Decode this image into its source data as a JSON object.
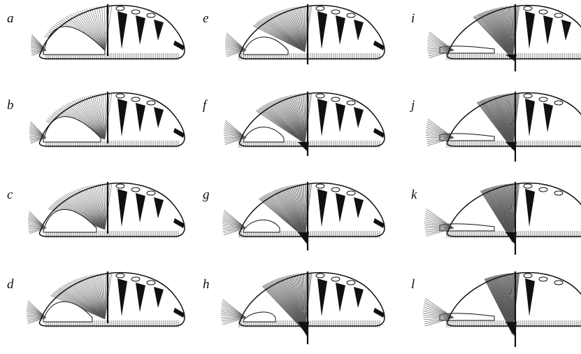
{
  "figure": {
    "panels": [
      {
        "letter": "a"
      },
      {
        "letter": "b"
      },
      {
        "letter": "c"
      },
      {
        "letter": "d"
      },
      {
        "letter": "e"
      },
      {
        "letter": "f"
      },
      {
        "letter": "g"
      },
      {
        "letter": "h"
      },
      {
        "letter": "i"
      },
      {
        "letter": "j"
      },
      {
        "letter": "k"
      },
      {
        "letter": "l"
      }
    ],
    "colors": {
      "ink": "#111111",
      "hatch": "#555555",
      "background": "#ffffff"
    }
  }
}
